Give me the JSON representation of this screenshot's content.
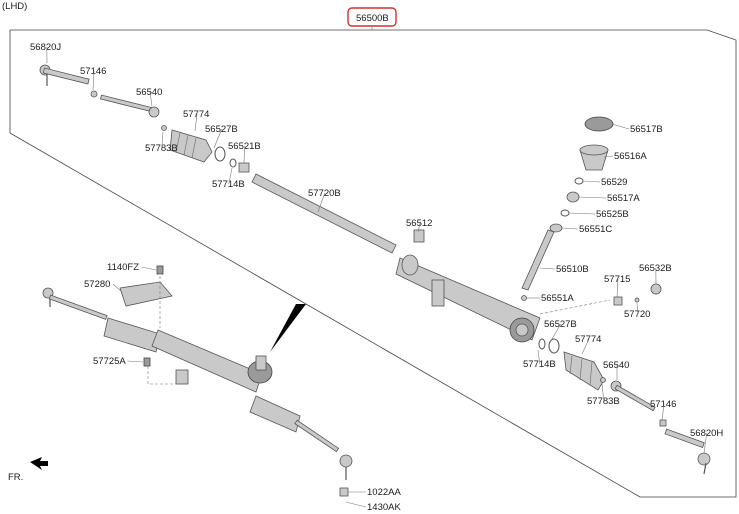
{
  "header": {
    "variant": "(LHD)"
  },
  "assembly": {
    "part_number": "56500B",
    "highlight_color": "#d0312d"
  },
  "orientation": {
    "label": "FR."
  },
  "callouts": [
    "56820J",
    "57146",
    "56540",
    "57774",
    "57783B",
    "56527B",
    "56521B",
    "57714B",
    "57720B",
    "56512",
    "56517B",
    "56516A",
    "56529",
    "56517A",
    "56525B",
    "56551C",
    "56510B",
    "56551A",
    "57715",
    "56532B",
    "57720",
    "56527B",
    "57774",
    "57714B",
    "56540",
    "57783B",
    "57146",
    "56820H",
    "1140FZ",
    "57280",
    "57725A",
    "1022AA",
    "1430AK"
  ]
}
